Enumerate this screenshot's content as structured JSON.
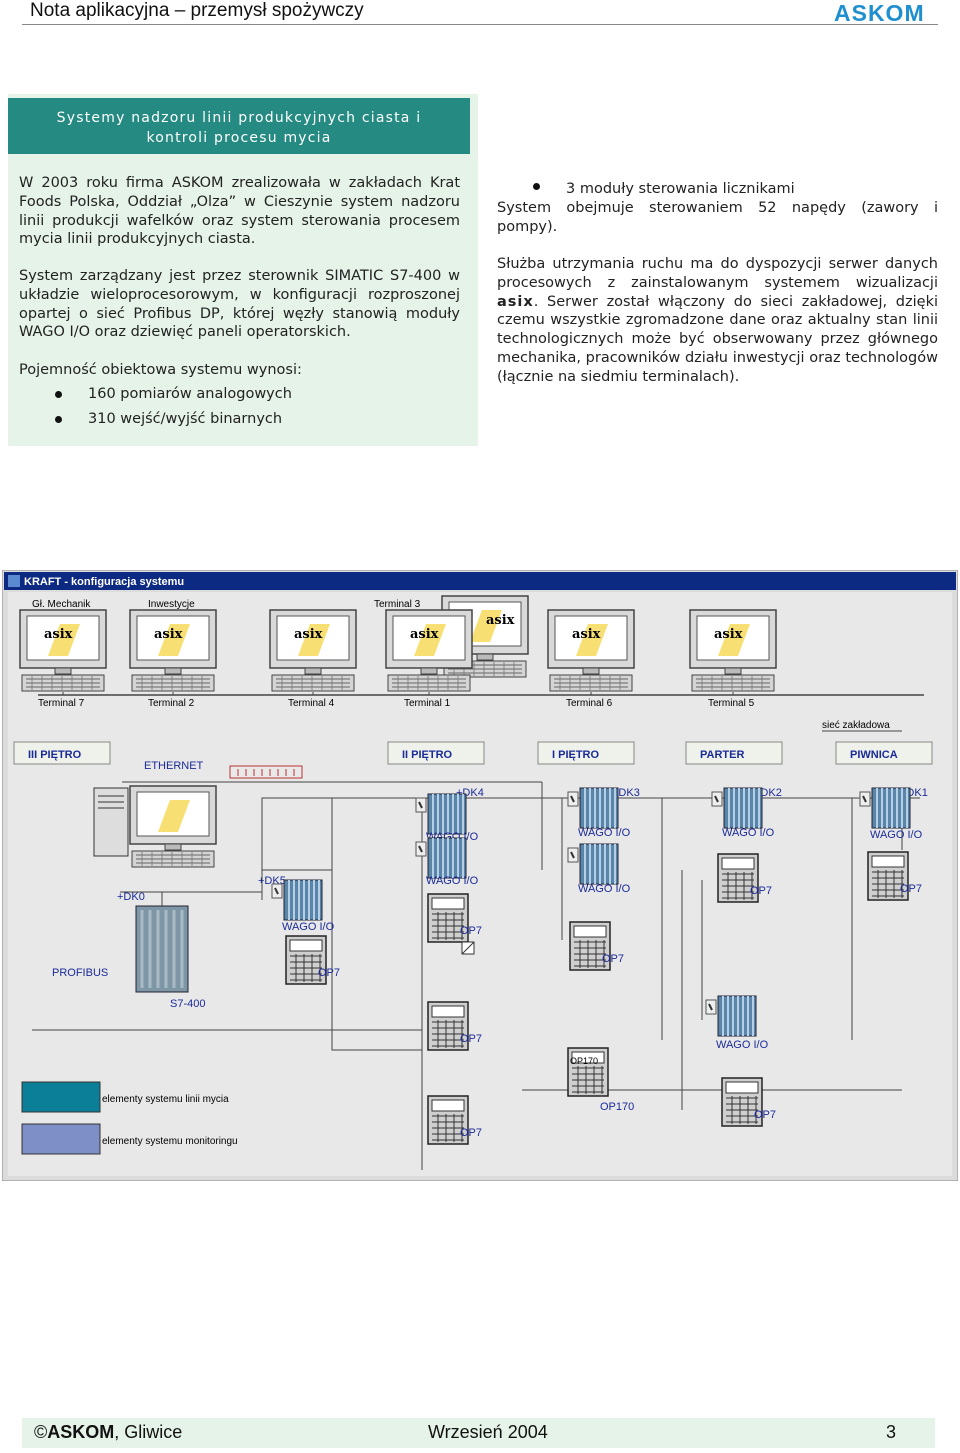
{
  "header": {
    "title": "Nota aplikacyjna – przemysł spożywczy",
    "logo": "ASKOM"
  },
  "left": {
    "title_line1": "Systemy nadzoru linii produkcyjnych ciasta i",
    "title_line2": "kontroli procesu mycia",
    "p1": "W 2003 roku firma ASKOM zrealizowała w zakładach Krat Foods Polska, Oddział „Olza” w Cieszynie system nadzoru linii produkcji wafelków oraz system sterowania procesem mycia linii produkcyjnych ciasta.",
    "p2": "System zarządzany jest przez sterownik SIMATIC S7-400 w układzie wieloprocesorowym, w konfiguracji rozproszonej opartej o sieć Profibus DP, której węzły stanowią moduły WAGO I/O oraz dziewięć paneli operatorskich.",
    "p3": "Pojemność obiektowa systemu wynosi:",
    "bullets": [
      "160 pomiarów analogowych",
      "310 wejść/wyjść binarnych"
    ]
  },
  "right": {
    "bullet": "3 moduły sterowania licznikami",
    "p1": "System obejmuje sterowaniem 52 napędy (zawory i pompy).",
    "p2_pre": "Służba utrzymania ruchu ma do dyspozycji serwer danych procesowych z zainstalowanym systemem wizualizacji ",
    "p2_bold": "asix",
    "p2_post": ". Serwer został włączony do sieci zakładowej, dzięki czemu wszystkie zgromadzone dane oraz aktualny stan linii technologicznych może być obserwowany przez głównego mechanika, pracowników działu inwestycji oraz technologów (łącznie na siedmiu terminalach)."
  },
  "diagram": {
    "window_title": "KRAFT - konfiguracja systemu",
    "terminal_top_labels": [
      "Gł. Mechanik",
      "Inwestycje",
      "Terminal 3"
    ],
    "terminal_bottom_labels": [
      "Terminal 7",
      "Terminal 2",
      "Terminal 4",
      "Terminal 1",
      "Terminal 6",
      "Terminal 5"
    ],
    "screen_text": "asix",
    "network_label": "sieć zakładowa",
    "floors": [
      "III PIĘTRO",
      "II PIĘTRO",
      "I PIĘTRO",
      "PARTER",
      "PIWNICA"
    ],
    "ethernet": "ETHERNET",
    "profibus": "PROFIBUS",
    "s7": "S7-400",
    "dk": [
      "+DK0",
      "+DK5",
      "+DK4",
      "+DK3",
      "+DK2",
      "+DK1"
    ],
    "wago": "WAGO I/O",
    "op7": "OP7",
    "op170": "OP170",
    "op170_panel": "OP170",
    "legend": [
      "elementy systemu linii mycia",
      "elementy systemu monitoringu"
    ]
  },
  "footer": {
    "company": "ASKOM",
    "city": ", Gliwice",
    "date": "Wrzesień 2004",
    "page": "3"
  }
}
